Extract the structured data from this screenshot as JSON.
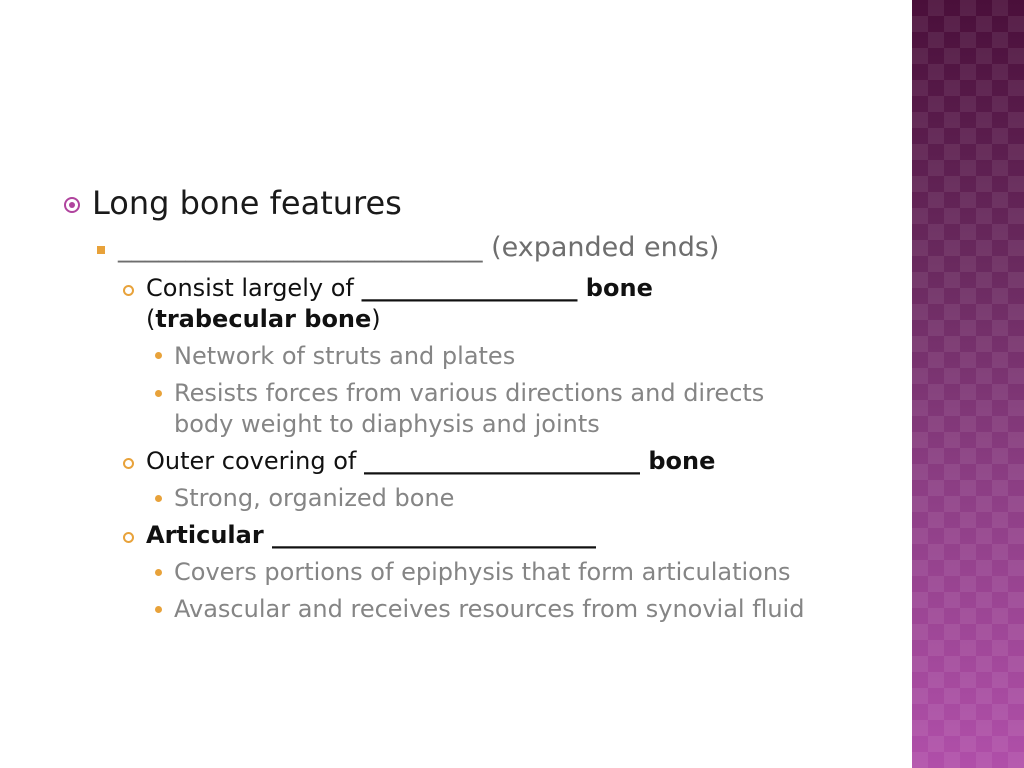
{
  "slide": {
    "heading": "Long bone features",
    "level2": {
      "blank": "___________________________",
      "text": " (expanded ends)"
    },
    "items": [
      {
        "line1_text": "Consist largely of ",
        "line1_blank_bold": "__________________ bone",
        "line2_open": "(",
        "line2_bold": "trabecular bone",
        "line2_close": ")",
        "subitems": [
          {
            "text": "Network of struts and plates"
          },
          {
            "line1": "Resists forces from various directions and directs",
            "line2": "body weight to diaphysis and joints"
          }
        ]
      },
      {
        "line1_text": "Outer covering of ",
        "line1_blank_bold": "_______________________ bone",
        "subitems": [
          {
            "text": "Strong, organized bone"
          }
        ]
      },
      {
        "line1_bold": "Articular ___________________________",
        "subitems": [
          {
            "text": "Covers portions of epiphysis that form articulations"
          },
          {
            "text": "Avascular and receives resources from synovial fluid"
          }
        ]
      }
    ]
  },
  "colors": {
    "accent_purple": "#b0449e",
    "accent_orange": "#e8a23a",
    "band_dark": "#4a0f3a",
    "band_light": "#b04fa9"
  }
}
